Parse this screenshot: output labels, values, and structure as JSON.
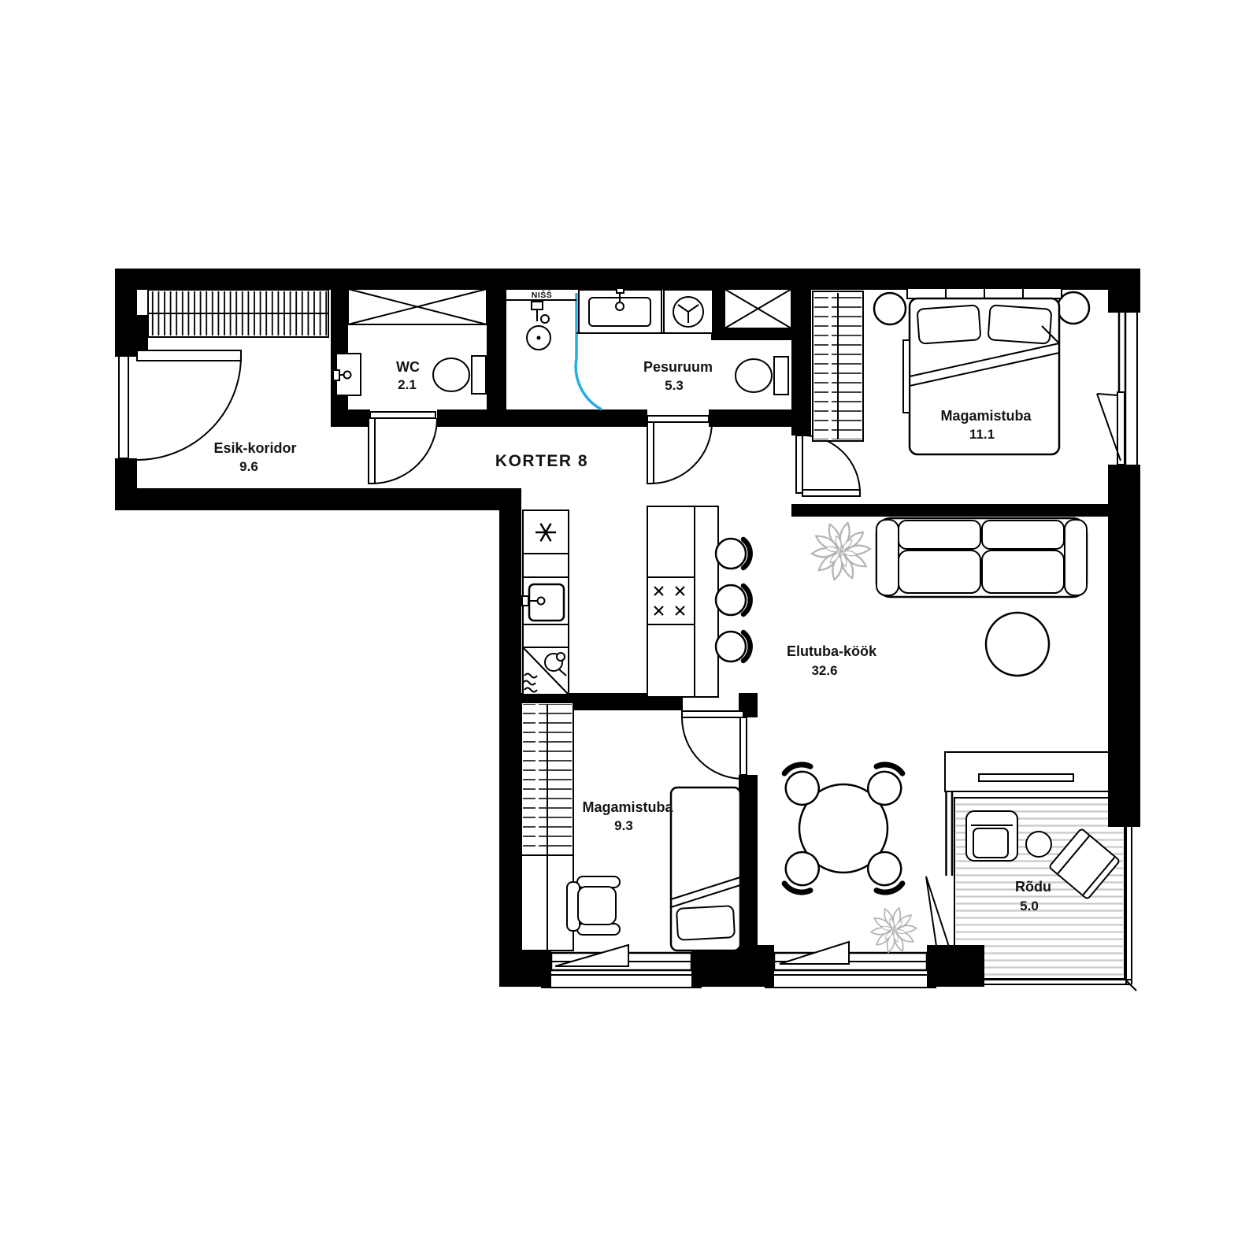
{
  "plan": {
    "title": "KORTER 8",
    "niche_label": "NIŠŠ",
    "rooms": [
      {
        "id": "esik-koridor",
        "name": "Esik-koridor",
        "area": "9.6"
      },
      {
        "id": "wc",
        "name": "WC",
        "area": "2.1"
      },
      {
        "id": "pesuruum",
        "name": "Pesuruum",
        "area": "5.3"
      },
      {
        "id": "magamistuba-1",
        "name": "Magamistuba",
        "area": "11.1"
      },
      {
        "id": "elutuba-kook",
        "name": "Elutuba-köök",
        "area": "32.6"
      },
      {
        "id": "magamistuba-2",
        "name": "Magamistuba",
        "area": "9.3"
      },
      {
        "id": "rodu",
        "name": "Rõdu",
        "area": "5.0"
      }
    ],
    "colors": {
      "walls": "#000000",
      "shower_glass": "#29abe2",
      "plants": "#b3b3b3",
      "deck_lines": "#c9c9c9",
      "text": "#141414",
      "background": "#ffffff"
    }
  }
}
